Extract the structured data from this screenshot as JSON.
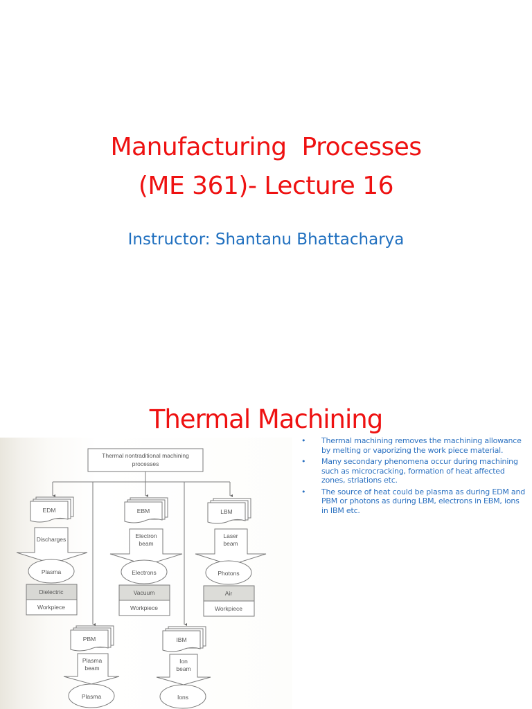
{
  "slide1": {
    "title_line1": "Manufacturing  Processes",
    "title_line2": "(ME 361)- Lecture 16",
    "instructor": "Instructor: Shantanu Bhattacharya"
  },
  "slide2": {
    "title": "Thermal Machining",
    "bullets": [
      {
        "symbol": "•",
        "text": "Thermal machining removes the machining allowance by melting or vaporizing the work piece material."
      },
      {
        "symbol": "•",
        "text": "Many secondary phenomena occur during machining such as microcracking, formation of heat affected zones, striations etc."
      },
      {
        "symbol": "•",
        "text": "The source of heat could be plasma as during EDM and PBM or photons as during LBM, electrons in EBM, ions in IBM etc."
      }
    ],
    "figure": {
      "root": {
        "line1": "Thermal nontraditional machining",
        "line2": "processes"
      },
      "processes": [
        {
          "name": "EDM",
          "beam_line1": "Discharges",
          "beam_line2": "",
          "medium": "Plasma",
          "environment": "Dielectric",
          "target": "Workpiece"
        },
        {
          "name": "EBM",
          "beam_line1": "Electron",
          "beam_line2": "beam",
          "medium": "Electrons",
          "environment": "Vacuum",
          "target": "Workpiece"
        },
        {
          "name": "LBM",
          "beam_line1": "Laser",
          "beam_line2": "beam",
          "medium": "Photons",
          "environment": "Air",
          "target": "Workpiece"
        },
        {
          "name": "PBM",
          "beam_line1": "Plasma",
          "beam_line2": "beam",
          "medium": "Plasma"
        },
        {
          "name": "IBM",
          "beam_line1": "Ion",
          "beam_line2": "beam",
          "medium": "Ions"
        }
      ]
    }
  },
  "colors": {
    "title_red": "#ee1111",
    "body_blue": "#2a70c0",
    "instructor_blue": "#1f6fbf",
    "diagram_line": "#777777",
    "environment_fill": "#dcdcd8"
  }
}
